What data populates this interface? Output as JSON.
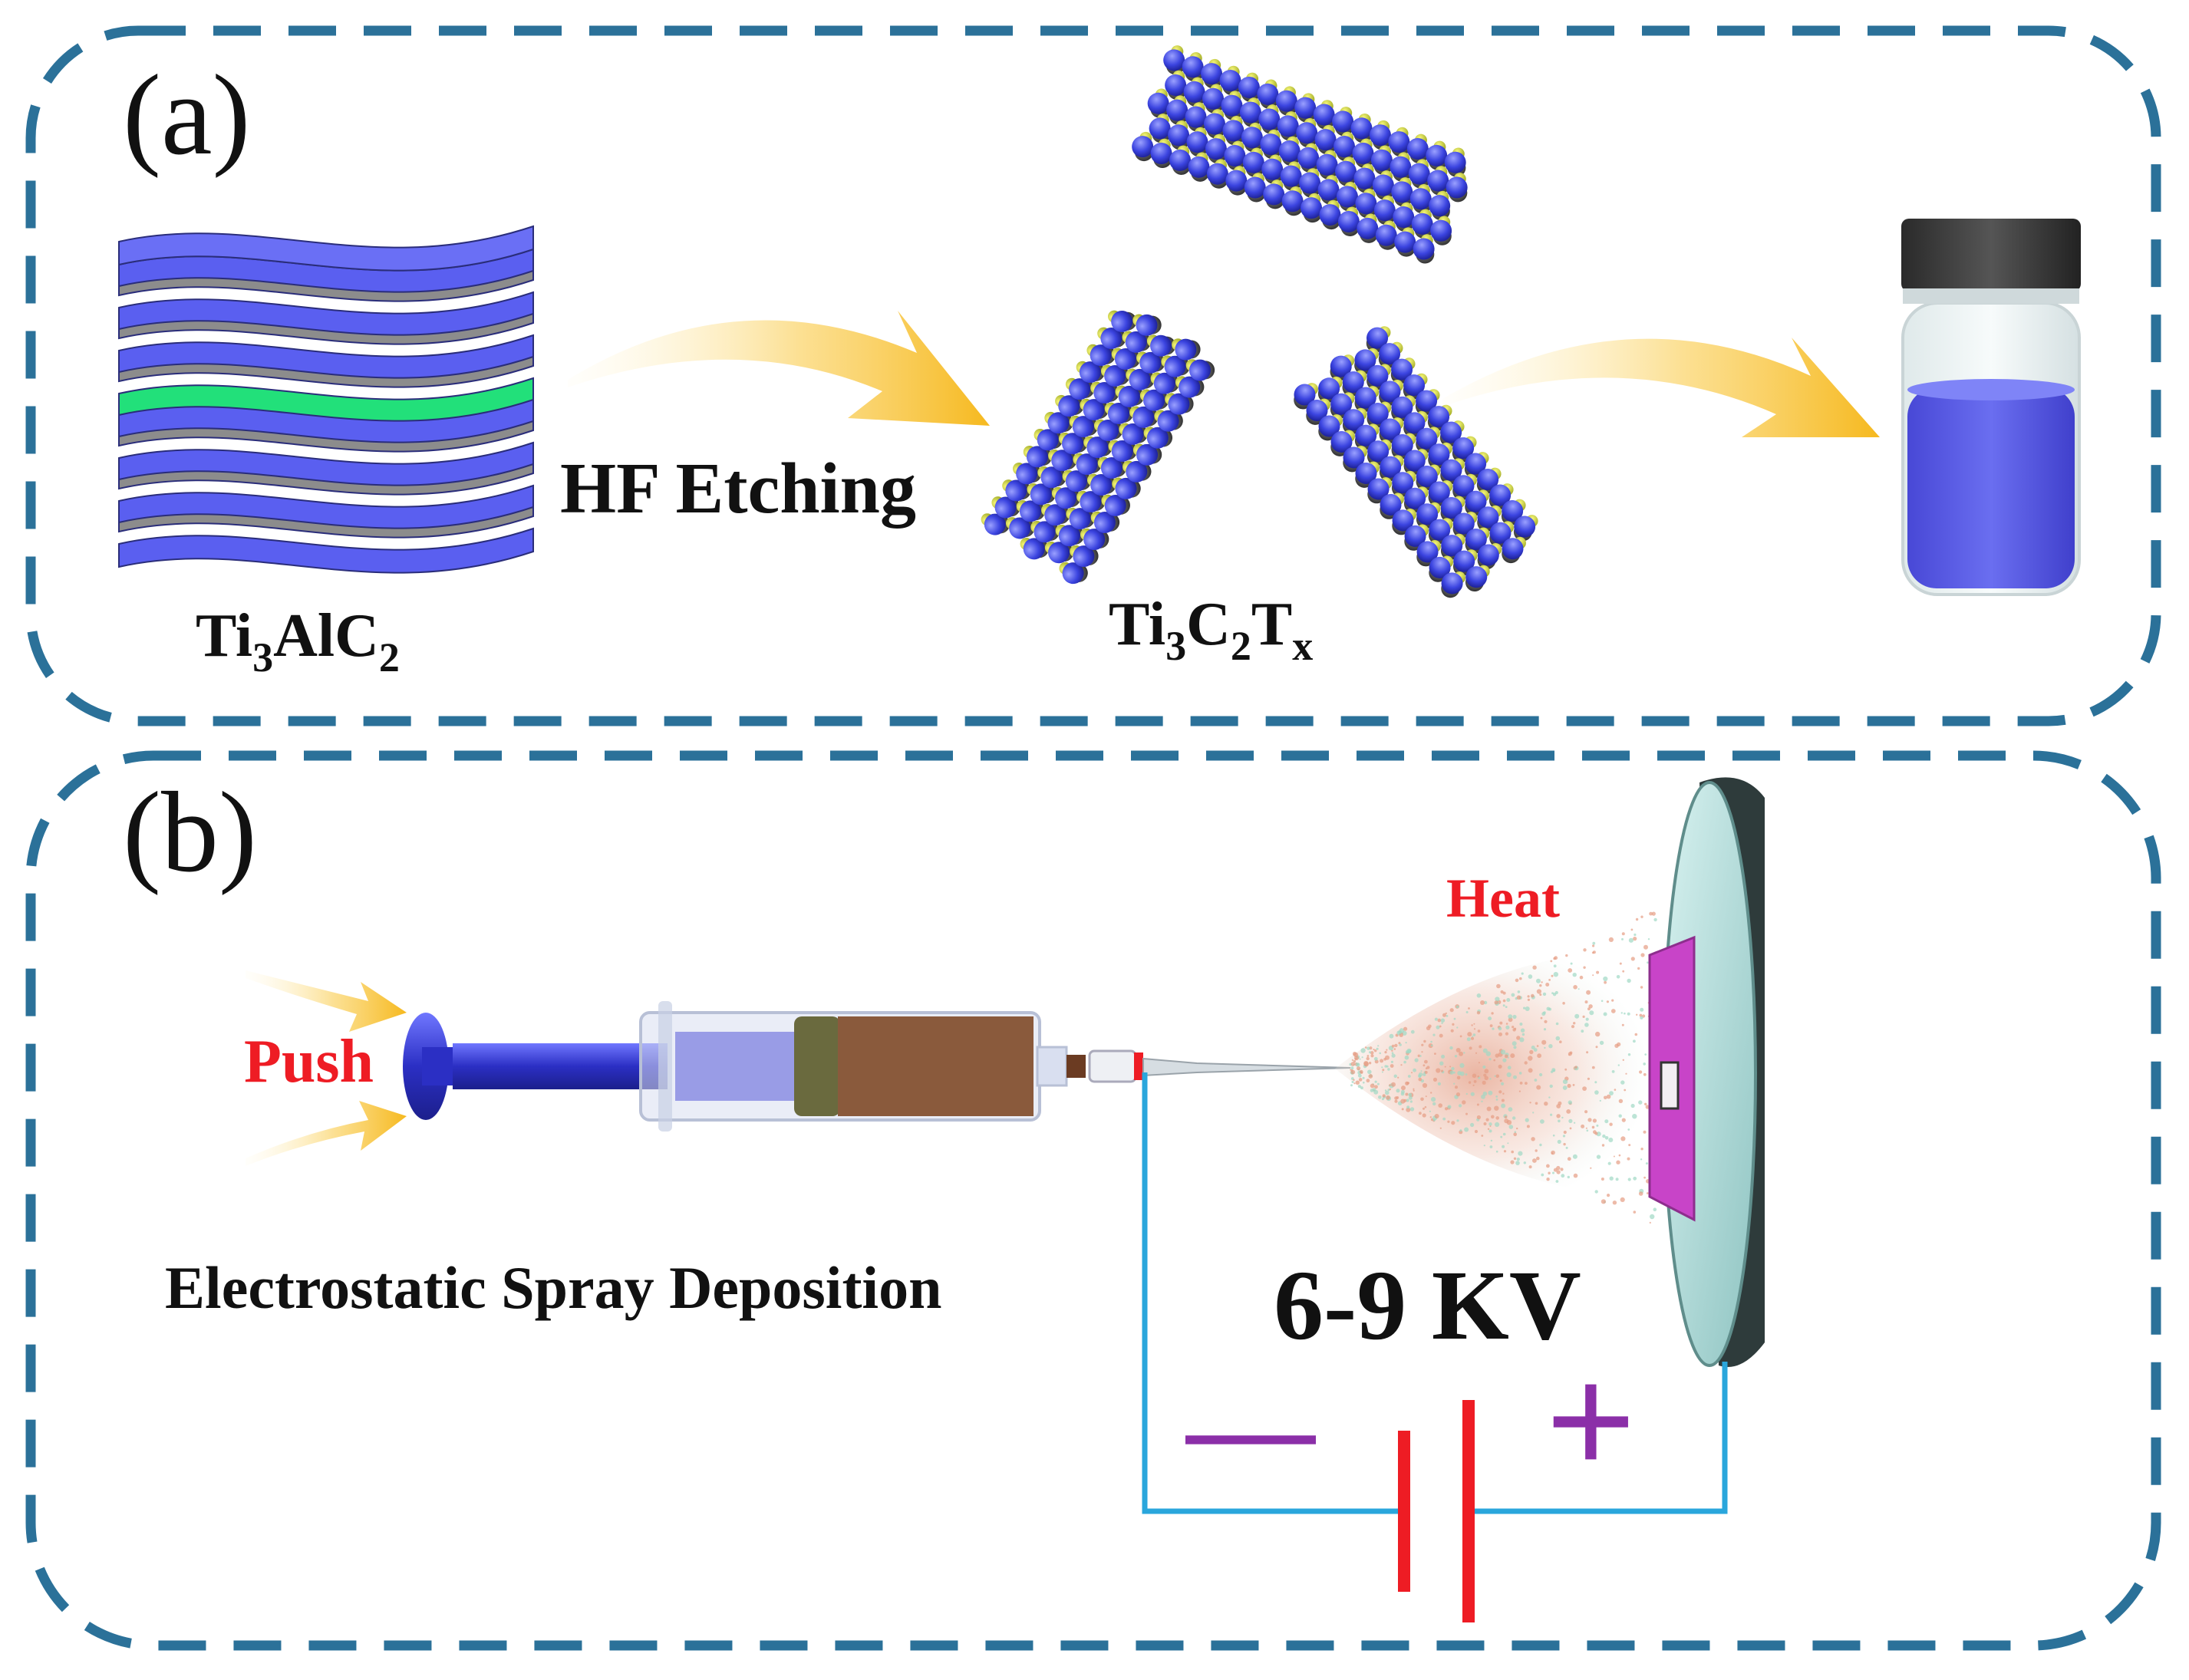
{
  "panel_a": {
    "tag": "(a)",
    "precursor": {
      "base1": "Ti",
      "sub1": "3",
      "base2": "AlC",
      "sub2": "2"
    },
    "step_label": "HF Etching",
    "product": {
      "base1": "Ti",
      "sub1": "3",
      "base2": "C",
      "sub2": "2",
      "base3": "T",
      "sub3": "x"
    }
  },
  "panel_b": {
    "tag": "(b)",
    "push_label": "Push",
    "heat_label": "Heat",
    "method_label": "Electrostatic Spray Deposition",
    "voltage_label": "6-9 KV",
    "minus_sign": "—",
    "plus_sign": "+"
  },
  "colors": {
    "dash_border": "#2b7199",
    "mxene_blue": "#5a5ff0",
    "carbon_grey": "#555555",
    "al_layer": "#22e07a",
    "arrow_yellow": "#f8c236",
    "solution_blue": "#5656e0",
    "label_red": "#ee1c24",
    "sign_purple": "#8b2fa8",
    "wire_blue": "#2aa6dc",
    "syringe_fill": "#8a5a3c",
    "substrate": "#c844c8"
  }
}
